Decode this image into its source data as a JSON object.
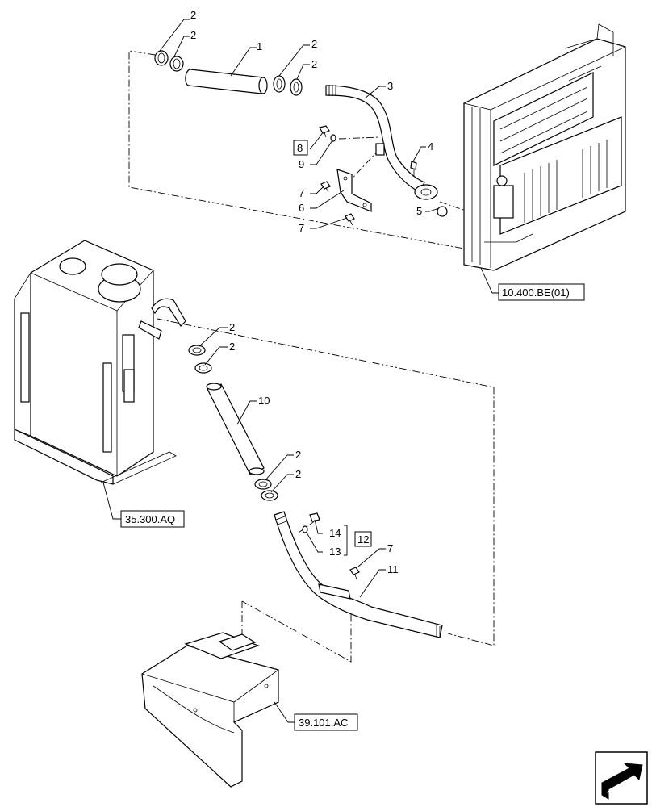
{
  "callouts": {
    "c1": "1",
    "c2a": "2",
    "c2b": "2",
    "c2c": "2",
    "c2d": "2",
    "c3": "3",
    "c4": "4",
    "c5": "5",
    "c6": "6",
    "c7a": "7",
    "c7b": "7",
    "c8": "8",
    "c9": "9",
    "c2e": "2",
    "c2f": "2",
    "c10": "10",
    "c2g": "2",
    "c2h": "2",
    "c14": "14",
    "c13": "13",
    "c12": "12",
    "c7c": "7",
    "c11": "11"
  },
  "references": {
    "radiator": "10.400.BE(01)",
    "tank": "35.300.AQ",
    "support": "39.101.AC"
  },
  "nav": {
    "icon": "next-page-arrow-icon"
  }
}
